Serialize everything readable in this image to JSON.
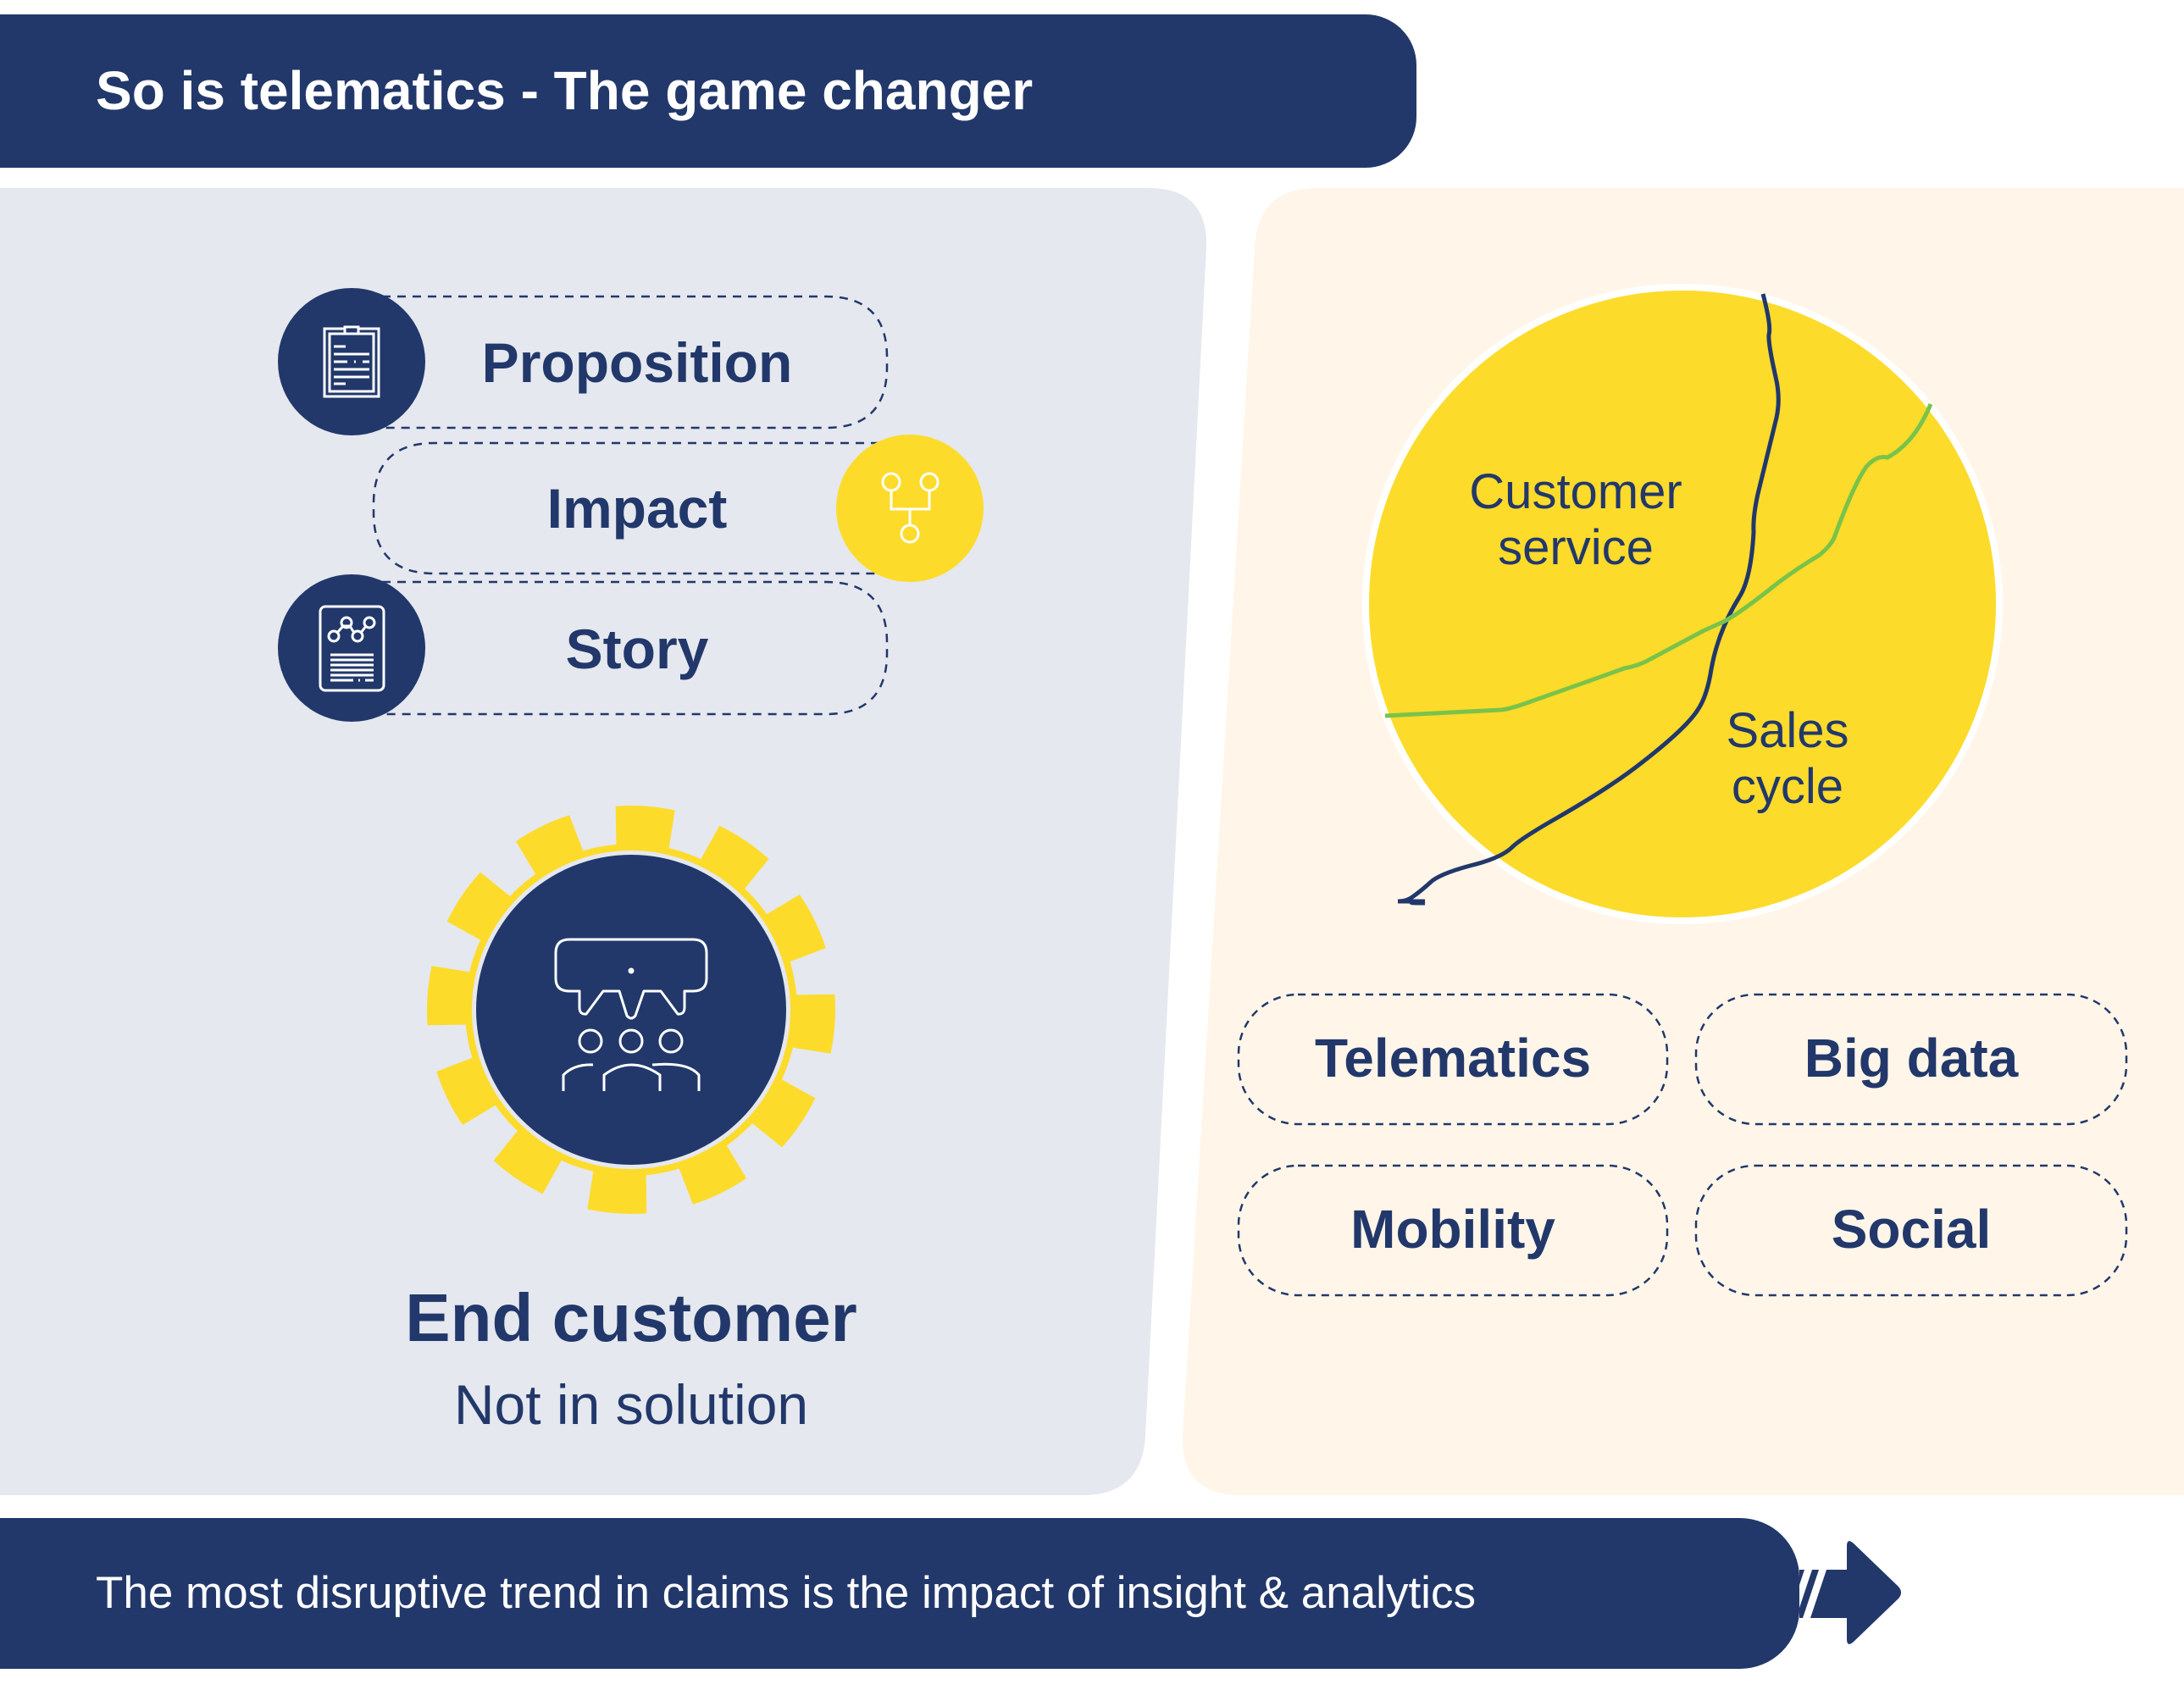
{
  "header": {
    "title": "So is telematics - The game changer"
  },
  "colors": {
    "navy": "#22386b",
    "yellow": "#fddb2b",
    "green": "#79c34a",
    "left_panel": "#e5e8ee",
    "right_panel": "#fff6e9"
  },
  "left_panel": {
    "pills": [
      {
        "label": "Proposition",
        "icon": "clipboard-icon",
        "icon_side": "left",
        "icon_color": "navy"
      },
      {
        "label": "Impact",
        "icon": "flow-branch-icon",
        "icon_side": "right",
        "icon_color": "yellow"
      },
      {
        "label": "Story",
        "icon": "report-chart-icon",
        "icon_side": "left",
        "icon_color": "navy"
      }
    ],
    "gear_icon": "group-discussion-icon",
    "end_customer": {
      "title": "End customer",
      "subtitle": "Not in solution"
    }
  },
  "right_panel": {
    "circle": {
      "labels": {
        "top": [
          "Customer",
          "service"
        ],
        "bottom": [
          "Sales",
          "cycle"
        ]
      },
      "lines": [
        "navy-curve",
        "green-curve"
      ]
    },
    "tags": [
      "Telematics",
      "Big data",
      "Mobility",
      "Social"
    ]
  },
  "footer": {
    "text": "The most disruptive trend in claims is the impact of insight & analytics",
    "arrow_icon": "arrow-right-icon"
  }
}
